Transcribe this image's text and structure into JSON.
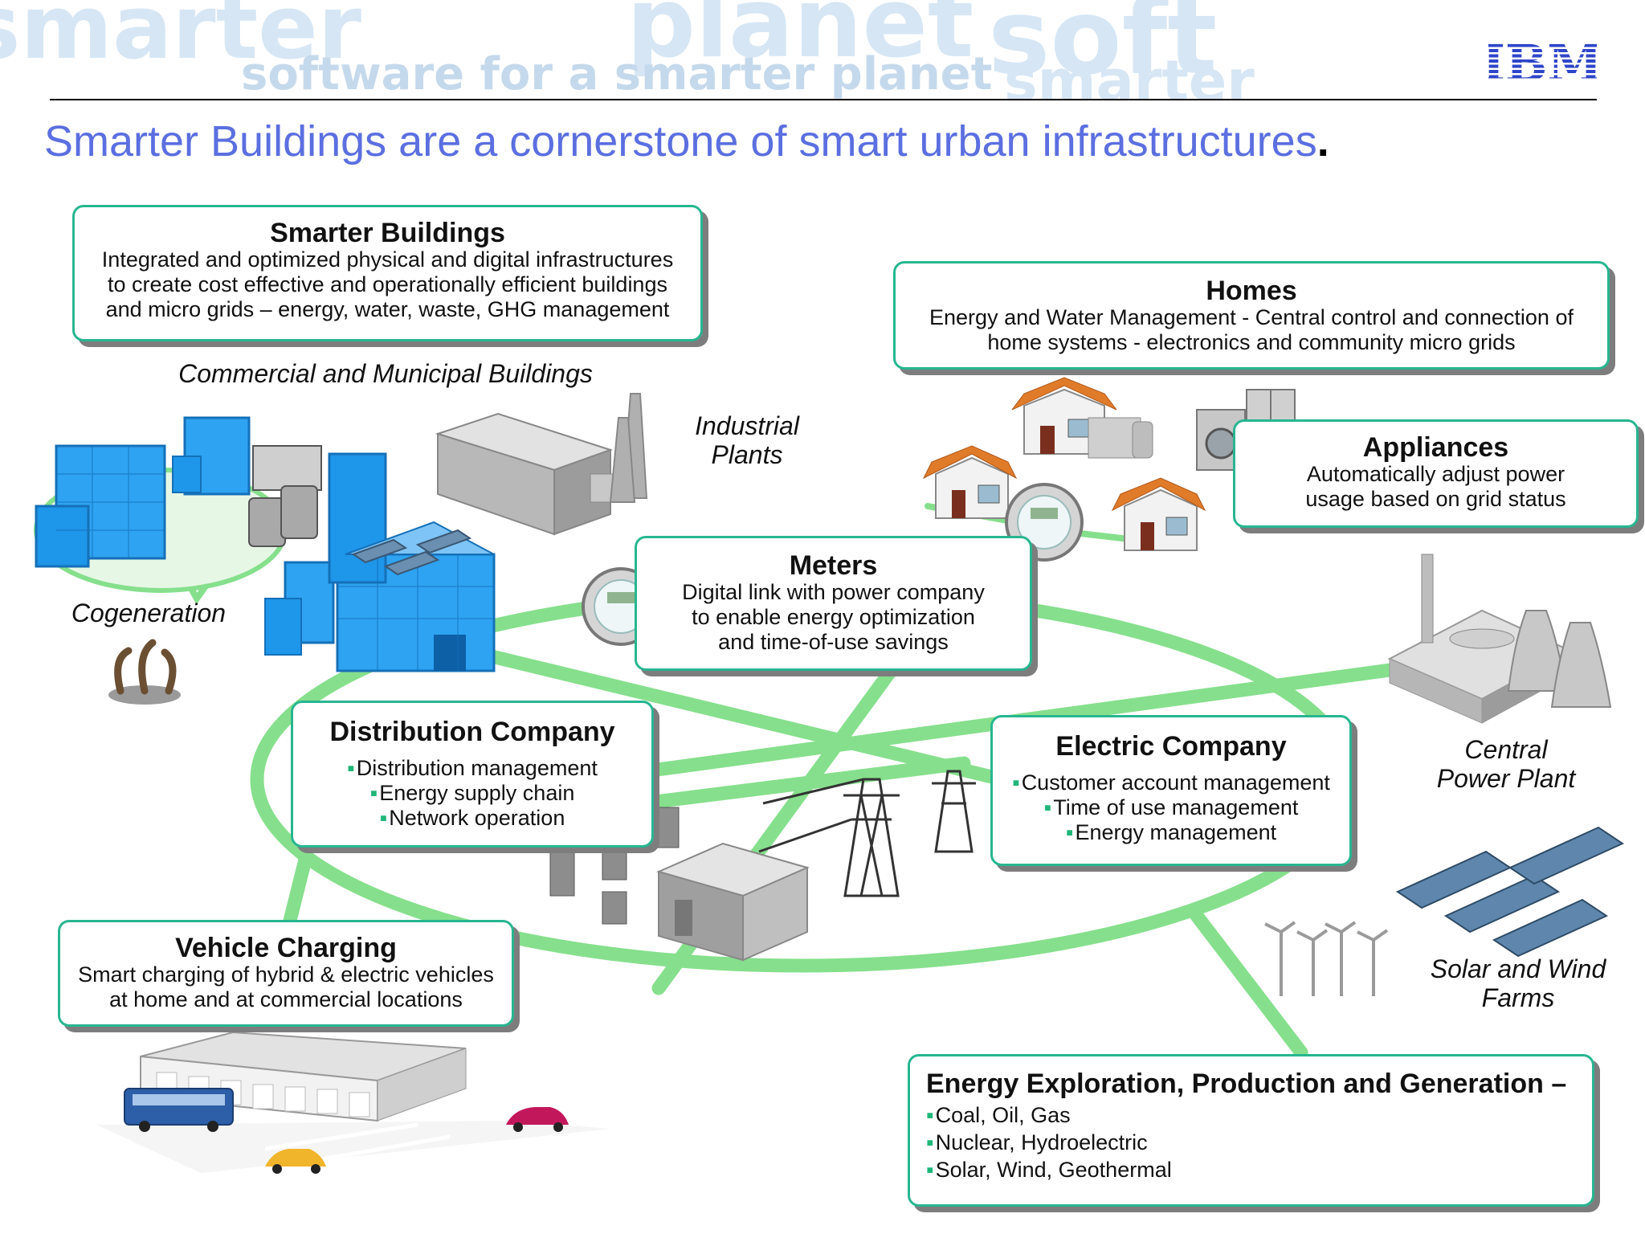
{
  "header": {
    "watermark_words": [
      "smarter",
      "planet",
      "software",
      "soft",
      "smarter"
    ],
    "watermark_tagline": "software for a smarter planet",
    "logo_text": "IBM",
    "title": "Smarter Buildings are a cornerstone of smart urban infrastructures",
    "title_period": "."
  },
  "colors": {
    "accent_title": "#5b6fe0",
    "box_border": "#27b690",
    "network_line": "#86df8c",
    "bullet": "#1fb678"
  },
  "boxes": {
    "smarter_buildings": {
      "title": "Smarter Buildings",
      "lines": [
        "Integrated and optimized physical and digital infrastructures",
        "to create cost effective and operationally efficient buildings",
        "and micro grids – energy, water, waste, GHG management"
      ]
    },
    "homes": {
      "title": "Homes",
      "lines": [
        "Energy and Water Management - Central control and connection of",
        "home systems -  electronics and community micro grids"
      ]
    },
    "appliances": {
      "title": "Appliances",
      "lines": [
        "Automatically adjust power",
        "usage based on grid status"
      ]
    },
    "meters": {
      "title": "Meters",
      "lines": [
        "Digital link with power company",
        "to enable energy optimization",
        "and  time-of-use savings"
      ]
    },
    "distribution": {
      "title": "Distribution Company",
      "bullets": [
        "Distribution management",
        "Energy supply chain",
        "Network operation"
      ]
    },
    "electric": {
      "title": "Electric Company",
      "bullets": [
        "Customer account management",
        "Time of use management",
        "Energy management"
      ]
    },
    "vehicle": {
      "title": "Vehicle Charging",
      "lines": [
        "Smart charging of hybrid & electric vehicles",
        "at home and at commercial locations"
      ]
    },
    "energy": {
      "title": "Energy Exploration, Production and Generation –",
      "bullets": [
        "Coal, Oil, Gas",
        "Nuclear, Hydroelectric",
        "Solar, Wind,  Geothermal"
      ]
    }
  },
  "labels": {
    "commercial": "Commercial and Municipal Buildings",
    "industrial": [
      "Industrial",
      "Plants"
    ],
    "cogeneration": "Cogeneration",
    "central": [
      "Central",
      "Power Plant"
    ],
    "solar_wind": [
      "Solar and Wind",
      "Farms"
    ]
  },
  "icons": [
    "building-cluster-icon",
    "cogeneration-icon",
    "factory-icon",
    "smokestack-icon",
    "house-icon",
    "meter-icon",
    "washer-icon",
    "fridge-icon",
    "power-plant-icon",
    "transmission-tower-icon",
    "substation-icon",
    "solar-panel-icon",
    "wind-turbine-icon",
    "parking-garage-icon",
    "bus-icon",
    "car-icon",
    "water-drop-icon"
  ]
}
